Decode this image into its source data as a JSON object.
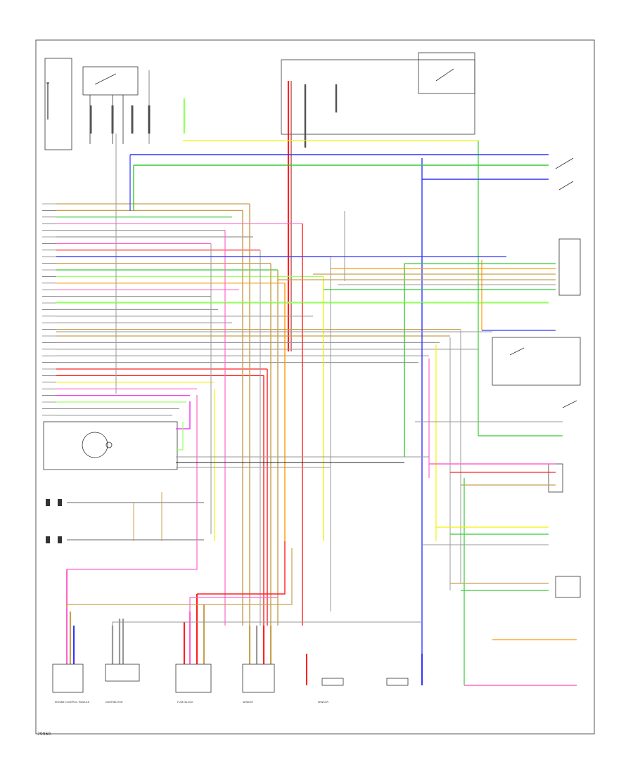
{
  "diagram": {
    "footer_code": "79960",
    "colors": {
      "red": "#ff2020",
      "pink": "#ff66cc",
      "blue": "#3333ff",
      "green": "#33cc33",
      "lightgreen": "#99ff66",
      "yellow": "#f2f200",
      "orange": "#ff9900",
      "tan": "#c8a050",
      "gray": "#999999",
      "dark": "#222222",
      "magenta": "#ee44ee",
      "brown": "#996633"
    },
    "connectors": [
      {
        "label": "ENGINE CONTROL MODULE"
      },
      {
        "label": "DISTRIBUTOR"
      },
      {
        "label": "FUSE BLOCK"
      },
      {
        "label": "SENSOR"
      },
      {
        "label": "SENSOR"
      }
    ]
  }
}
